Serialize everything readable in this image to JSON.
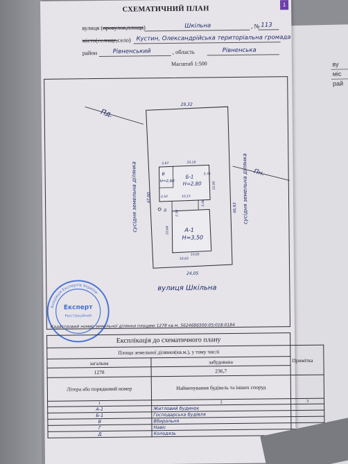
{
  "document": {
    "title": "СХЕМАТИЧНИЙ ПЛАН",
    "corner_badge": "1",
    "street_label_plain": "вулиця (",
    "street_label_strike": "провулок,площа",
    "street_label_close": ")",
    "street_value": "Шкільна",
    "number_label": ", №",
    "number_value": "113",
    "city_label_strike": "місто(селище,",
    "city_label_plain": "село)",
    "city_value": "Кустин, Олександрійська територіальна громада",
    "district_label": "район",
    "district_value": "Рівненський",
    "oblast_label": ", область",
    "oblast_value": "Рівненська",
    "scale": "Масштаб 1:500"
  },
  "plan": {
    "street_caption": "вулиця Шкільна",
    "neighbor_left": "Пд.",
    "neighbor_right": "Пн.",
    "side_left": "сусідня земельна ділянка",
    "side_right": "сусідня земельна ділянка",
    "dim_top": "29,32",
    "dim_bottom": "24,05",
    "dim_right": "46,93",
    "dim_left": "47,60",
    "building_b": {
      "label": "Б-1",
      "height": "H=2,80"
    },
    "building_v": {
      "label": "В",
      "height": "H=2,60"
    },
    "building_a": {
      "label": "А-1",
      "height": "H=3,50"
    },
    "dims_small": [
      "2,67",
      "10,19",
      "10,15",
      "2,52",
      "12,95",
      "3,06",
      "10,63",
      "3,78",
      "2,38",
      "10,65",
      "10,64"
    ],
    "well_label": "Д"
  },
  "stamp": {
    "text_top": "Асоціація Експертів України",
    "title": "Експерт",
    "sub": "Реєстраційний"
  },
  "area_caption": "Кадастровий номер земельної ділянки площею 1278 кв.м. 5624686500:05:018:0184",
  "explication": {
    "title": "Експлікація до схематичного плану",
    "area_header": "Площа земельної ділянки(кв.м.), у тому числі",
    "total_label": "загальна",
    "built_label": "забудована",
    "total_value": "1278",
    "built_value": "236,7",
    "note_header": "Примітка",
    "col_letter": "Літера або порядковий номер",
    "col_name": "Найменування будівель та інших споруд",
    "col_n1": "1",
    "col_n2": "2",
    "col_n3": "3",
    "rows": [
      {
        "letter": "А-1",
        "name": "Житловий будинок"
      },
      {
        "letter": "Б-1",
        "name": "Господарська будівля"
      },
      {
        "letter": "В",
        "name": "Вбиральня"
      },
      {
        "letter": "Г",
        "name": "Навіс"
      },
      {
        "letter": "Д",
        "name": "Колодязь"
      }
    ]
  },
  "right_page": {
    "frag1": "ву",
    "frag2": "міс",
    "frag3": "рай"
  },
  "colors": {
    "ink": "#1e2a6a",
    "stamp_blue": "#2f5fd0",
    "accent_purple": "#6b3fa8"
  }
}
